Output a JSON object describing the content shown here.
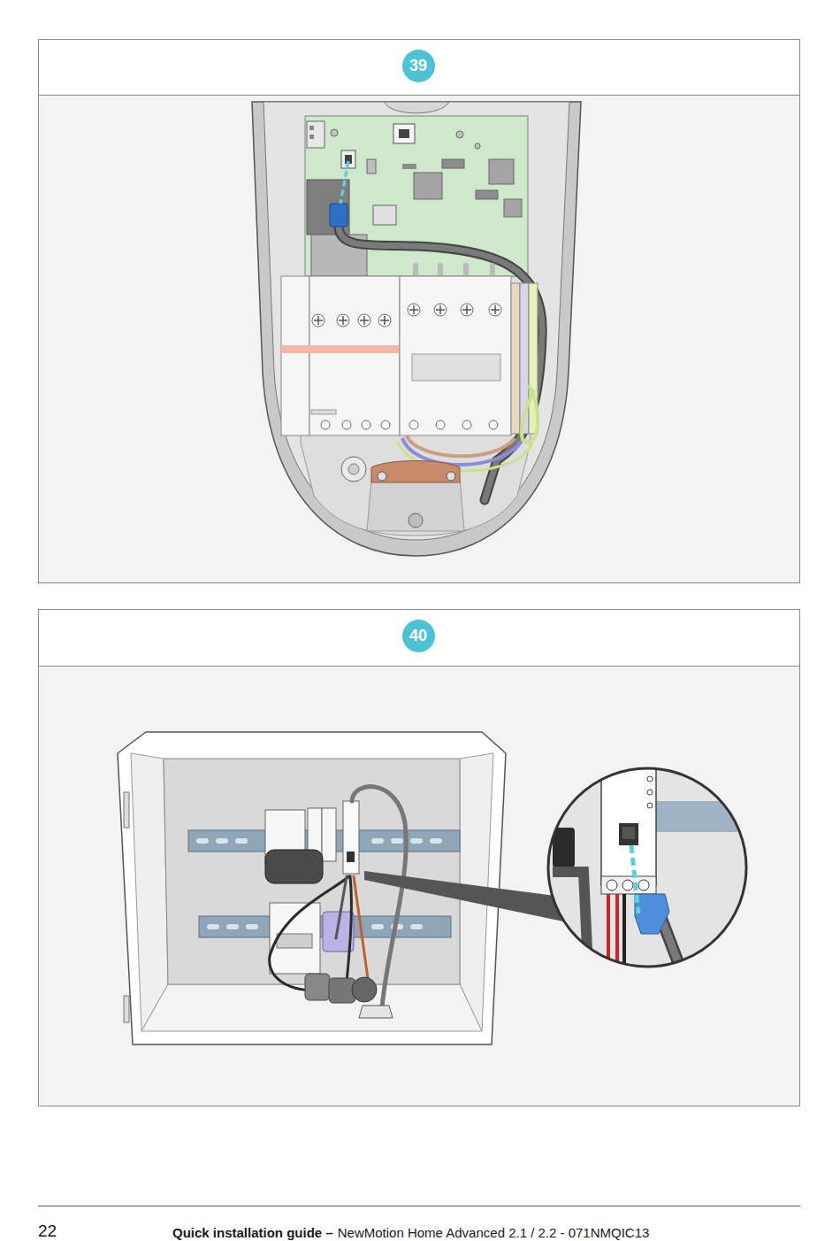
{
  "diagram": {
    "nodes": [
      {
        "text": [
          "39"
        ]
      },
      {
        "text": [
          "40"
        ]
      }
    ],
    "labels": [
      "22",
      "Quick installation guide –",
      "NewMotion Home Advanced 2.1 / 2.2 - 071NMQIC13"
    ]
  }
}
